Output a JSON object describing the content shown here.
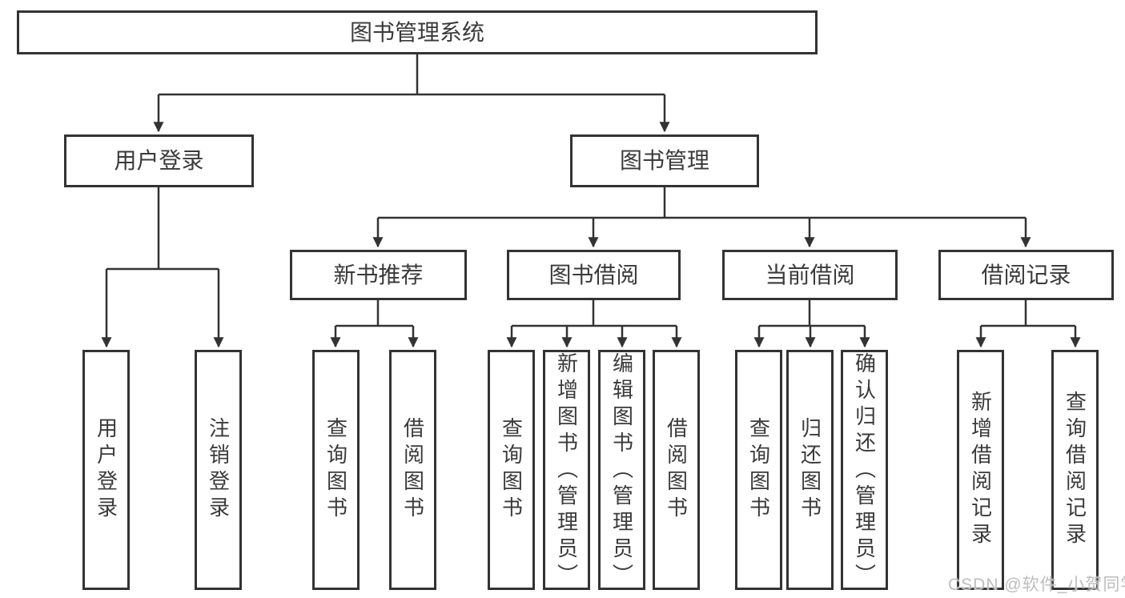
{
  "diagram": {
    "title": "图书管理系统",
    "user_login": {
      "label": "用户登录",
      "children": [
        "用户登录",
        "注销登录"
      ]
    },
    "book_management": {
      "label": "图书管理",
      "sections": [
        {
          "label": "新书推荐",
          "children": [
            "查询图书",
            "借阅图书"
          ]
        },
        {
          "label": "图书借阅",
          "children": [
            "查询图书",
            "新增图书（管理员）",
            "编辑图书（管理员）",
            "借阅图书"
          ]
        },
        {
          "label": "当前借阅",
          "children": [
            "查询图书",
            "归还图书",
            "确认归还（管理员）"
          ]
        },
        {
          "label": "借阅记录",
          "children": [
            "新增借阅记录",
            "查询借阅记录"
          ]
        }
      ]
    }
  },
  "watermark": "CSDN @软件_小贺同学",
  "colors": {
    "line": "#333333",
    "text": "#3a3a3a",
    "background": "#ffffff",
    "watermark": "#bdbdbd"
  }
}
